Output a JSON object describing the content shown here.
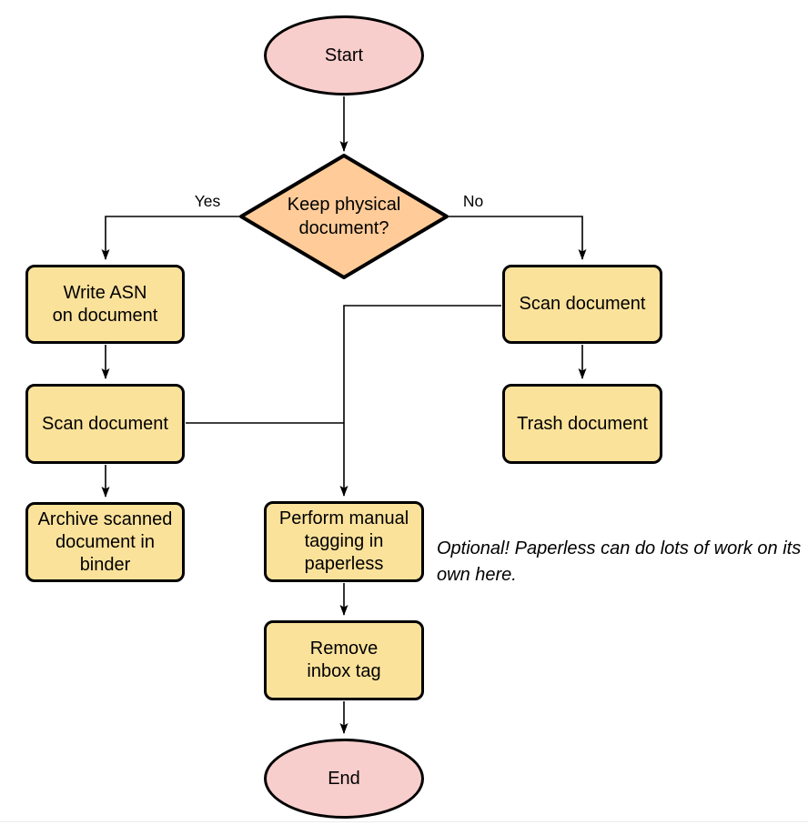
{
  "nodes": {
    "start": {
      "label": "Start"
    },
    "decision_keep_physical": {
      "lines": [
        "Keep physical",
        "document?"
      ]
    },
    "write_asn": {
      "lines": [
        "Write ASN",
        "on document"
      ]
    },
    "scan_document_left": {
      "lines": [
        "Scan document"
      ]
    },
    "archive_binder": {
      "lines": [
        "Archive scanned",
        "document in",
        "binder"
      ]
    },
    "scan_document_right": {
      "lines": [
        "Scan document"
      ]
    },
    "trash_document": {
      "lines": [
        "Trash document"
      ]
    },
    "manual_tagging": {
      "lines": [
        "Perform manual",
        "tagging in",
        "paperless"
      ]
    },
    "remove_inbox_tag": {
      "lines": [
        "Remove",
        "inbox tag"
      ]
    },
    "end": {
      "label": "End"
    }
  },
  "edge_labels": {
    "yes": "Yes",
    "no": "No"
  },
  "annotation": {
    "text": "Optional! Paperless can do lots of work on its own here."
  },
  "colors": {
    "terminal_fill": "#F8CECC",
    "decision_fill": "#FFCC99",
    "process_fill": "#FBE29B",
    "shape_stroke": "#000000",
    "edge_stroke": "#000000",
    "divider_color": "#ECECEC"
  }
}
